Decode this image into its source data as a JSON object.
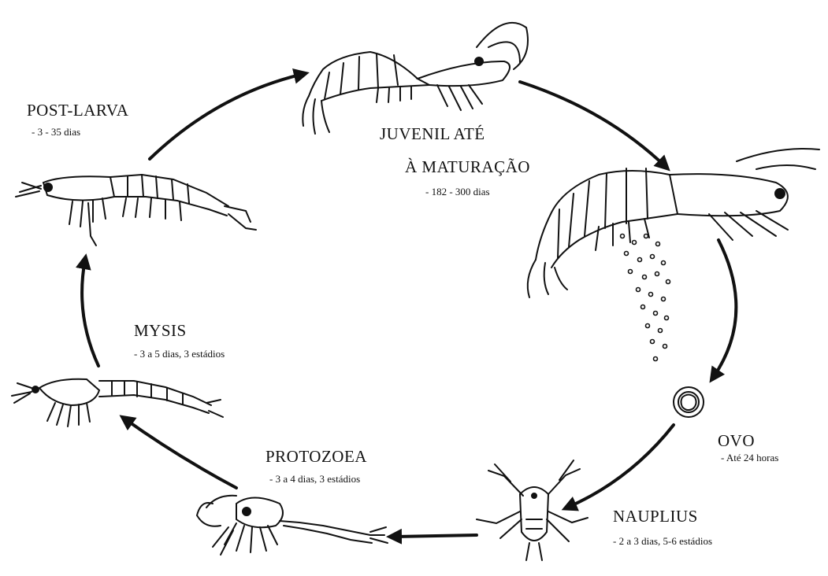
{
  "stages": {
    "post_larva": {
      "name": "POST-LARVA",
      "duration": "- 3 - 35 dias"
    },
    "juvenil": {
      "name_line1": "JUVENIL   ATÉ",
      "name_line2": "À  MATURAÇÃO",
      "duration": "- 182 - 300 dias"
    },
    "ovo": {
      "name": "OVO",
      "duration": "- Até 24 horas"
    },
    "nauplius": {
      "name": "NAUPLIUS",
      "duration": "- 2 a 3 dias, 5-6 estádios"
    },
    "protozoea": {
      "name": "PROTOZOEA",
      "duration": "- 3 a 4 dias, 3 estádios"
    },
    "mysis": {
      "name": "MYSIS",
      "duration": "- 3 a 5 dias, 3 estádios"
    }
  },
  "icons": [
    "juvenile-shrimp",
    "adult-shrimp",
    "egg",
    "nauplius",
    "protozoea",
    "mysis",
    "post-larva"
  ],
  "colors": {
    "ink": "#111111",
    "background": "#ffffff"
  }
}
